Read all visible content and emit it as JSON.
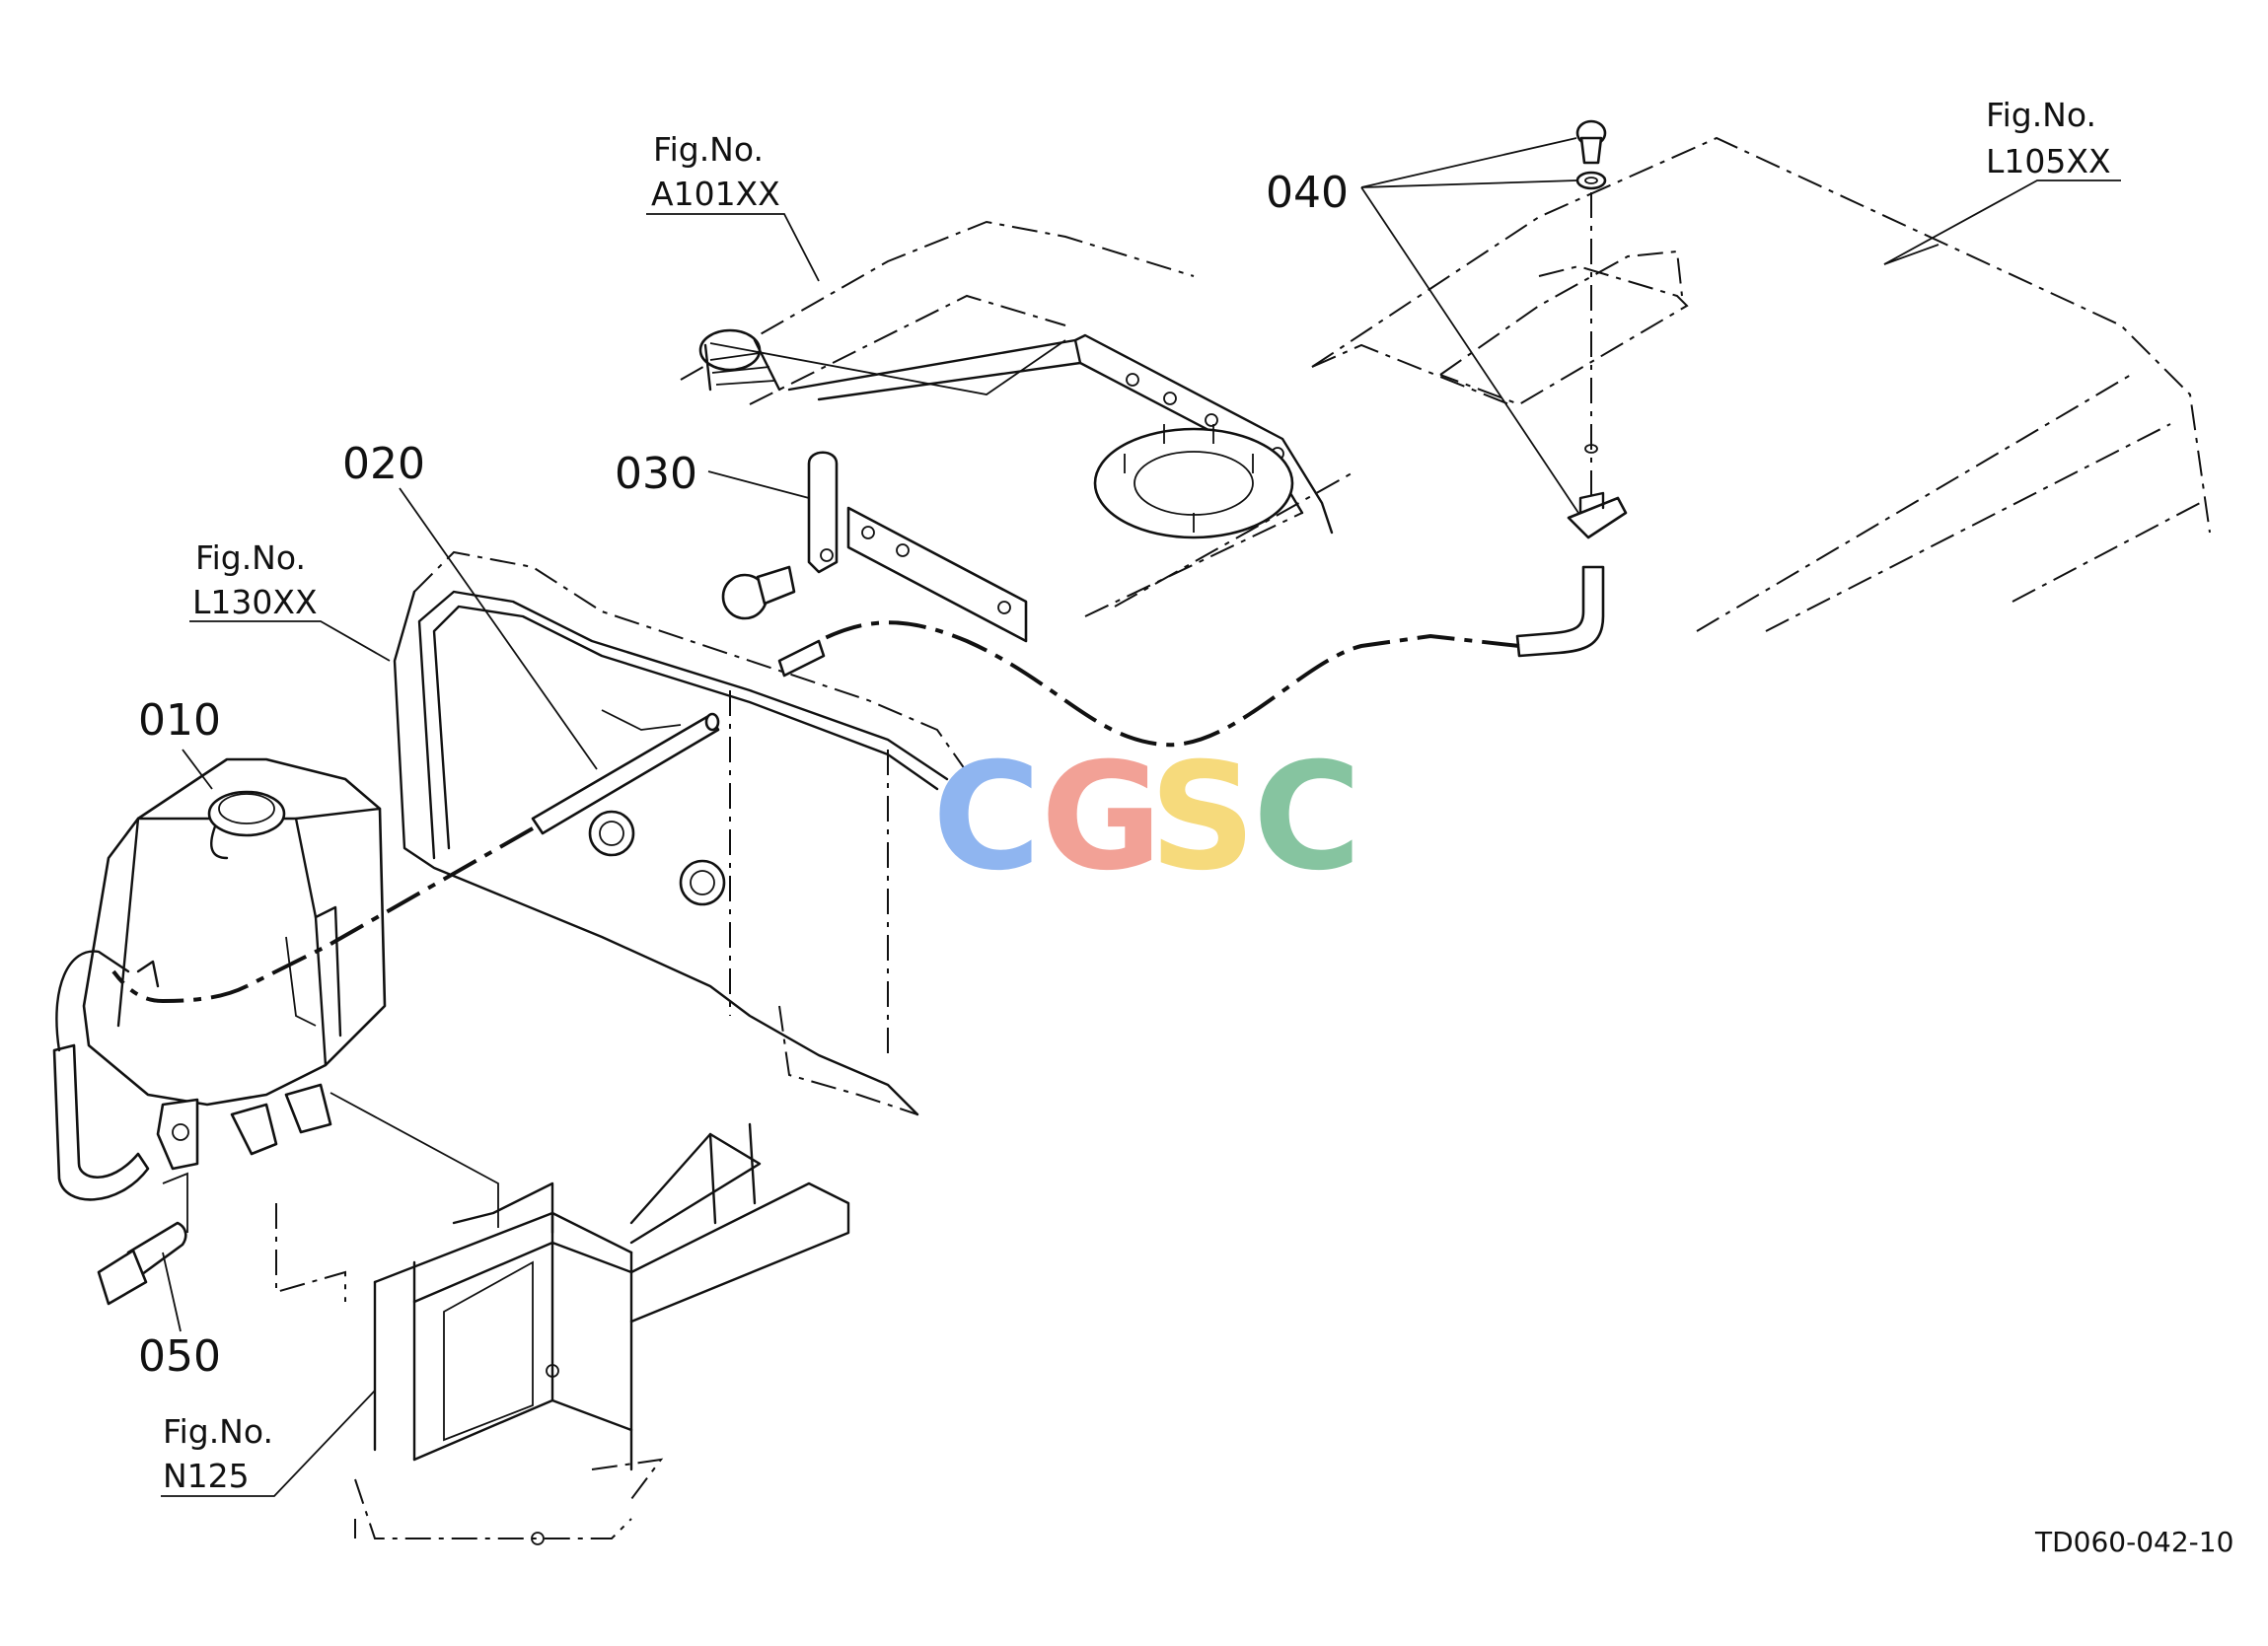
{
  "parts": {
    "p010": "010",
    "p020": "020",
    "p030": "030",
    "p040": "040",
    "p050": "050"
  },
  "fig_refs": {
    "a101": {
      "label": "Fig.No.",
      "code": "A101XX"
    },
    "l105": {
      "label": "Fig.No.",
      "code": "L105XX"
    },
    "l130": {
      "label": "Fig.No.",
      "code": "L130XX"
    },
    "n125": {
      "label": "Fig.No.",
      "code": "N125"
    }
  },
  "drawing_code": "TD060-042-10",
  "watermark": {
    "letters": [
      "C",
      "G",
      "S",
      "C"
    ],
    "colors": [
      "#8fb5f0",
      "#f2a196",
      "#f6da7c",
      "#86c4a0"
    ]
  }
}
